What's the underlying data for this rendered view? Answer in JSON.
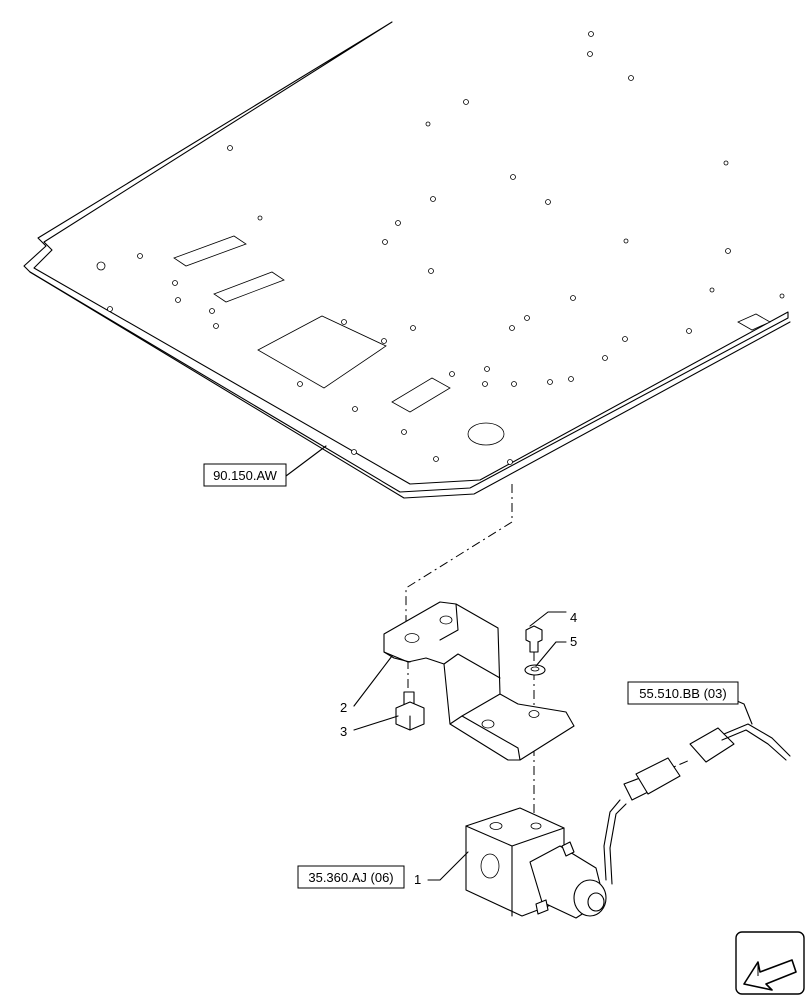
{
  "references": {
    "floor_plate": "90.150.AW",
    "harness": "55.510.BB (03)",
    "valve": "35.360.AJ (06)"
  },
  "callouts": {
    "item1": "1",
    "item2": "2",
    "item3": "3",
    "item4": "4",
    "item5": "5"
  }
}
